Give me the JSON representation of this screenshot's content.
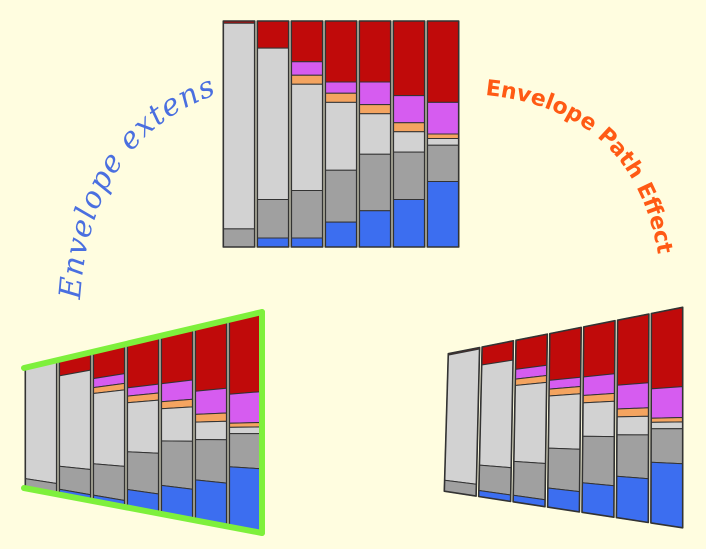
{
  "labels": {
    "extension": "Envelope extension",
    "path_effect": "Envelope Path Effect"
  },
  "colors": {
    "background": "#fffde0",
    "red": "#c00a0a",
    "magenta": "#d65cf0",
    "orange": "#f4a460",
    "light_gray": "#d2d2d2",
    "gray": "#a0a0a0",
    "blue": "#3c6ef0",
    "outline": "#333333",
    "envelope": "#7ef03c",
    "label_extension": "#4a6fe0",
    "label_path_effect": "#ff5a14"
  },
  "columns": [
    {
      "name": "col-1",
      "segments": [
        [
          "red",
          0.01
        ],
        [
          "light_gray",
          0.91
        ],
        [
          "gray",
          0.08
        ]
      ]
    },
    {
      "name": "col-2",
      "segments": [
        [
          "red",
          0.12
        ],
        [
          "light_gray",
          0.67
        ],
        [
          "gray",
          0.17
        ],
        [
          "blue",
          0.04
        ]
      ]
    },
    {
      "name": "col-3",
      "segments": [
        [
          "red",
          0.18
        ],
        [
          "magenta",
          0.06
        ],
        [
          "orange",
          0.04
        ],
        [
          "light_gray",
          0.47
        ],
        [
          "gray",
          0.21
        ],
        [
          "blue",
          0.04
        ]
      ]
    },
    {
      "name": "col-4",
      "segments": [
        [
          "red",
          0.27
        ],
        [
          "magenta",
          0.05
        ],
        [
          "orange",
          0.04
        ],
        [
          "light_gray",
          0.3
        ],
        [
          "gray",
          0.23
        ],
        [
          "blue",
          0.11
        ]
      ]
    },
    {
      "name": "col-5",
      "segments": [
        [
          "red",
          0.27
        ],
        [
          "magenta",
          0.1
        ],
        [
          "orange",
          0.04
        ],
        [
          "light_gray",
          0.18
        ],
        [
          "gray",
          0.25
        ],
        [
          "blue",
          0.16
        ]
      ]
    },
    {
      "name": "col-6",
      "segments": [
        [
          "red",
          0.33
        ],
        [
          "magenta",
          0.12
        ],
        [
          "orange",
          0.04
        ],
        [
          "light_gray",
          0.09
        ],
        [
          "gray",
          0.21
        ],
        [
          "blue",
          0.21
        ]
      ]
    },
    {
      "name": "col-7",
      "segments": [
        [
          "red",
          0.36
        ],
        [
          "magenta",
          0.14
        ],
        [
          "orange",
          0.02
        ],
        [
          "light_gray",
          0.03
        ],
        [
          "gray",
          0.16
        ],
        [
          "blue",
          0.29
        ]
      ]
    }
  ]
}
